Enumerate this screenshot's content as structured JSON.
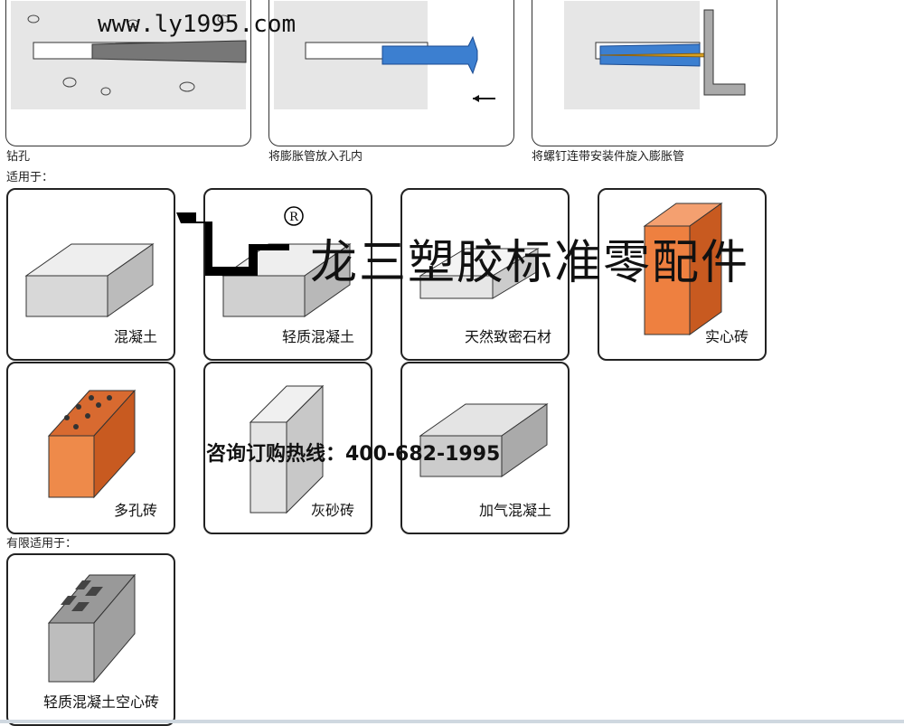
{
  "watermark": "www.ly1995.com",
  "steps": [
    {
      "caption": "钻孔"
    },
    {
      "caption": "将膨胀管放入孔内"
    },
    {
      "caption": "将螺钉连带安装件旋入膨胀管"
    }
  ],
  "suitable_label": "适用于：",
  "limited_label": "有限适用于：",
  "materials": [
    {
      "label": "混凝土",
      "color": "#d8d8d8"
    },
    {
      "label": "轻质混凝土",
      "color": "#d0d0d0"
    },
    {
      "label": "天然致密石材",
      "color": "#eeeeee"
    },
    {
      "label": "实心砖",
      "color": "#ee8040"
    },
    {
      "label": "多孔砖",
      "color": "#ee8a4a"
    },
    {
      "label": "灰砂砖",
      "color": "#e4e4e4"
    },
    {
      "label": "加气混凝土",
      "color": "#cccccc"
    }
  ],
  "limited_materials": [
    {
      "label": "轻质混凝土空心砖",
      "color": "#bdbdbd"
    }
  ],
  "brand": {
    "name": "龙三塑胶标准零配件",
    "registered": "R"
  },
  "hotline": "咨询订购热线：400-682-1995"
}
